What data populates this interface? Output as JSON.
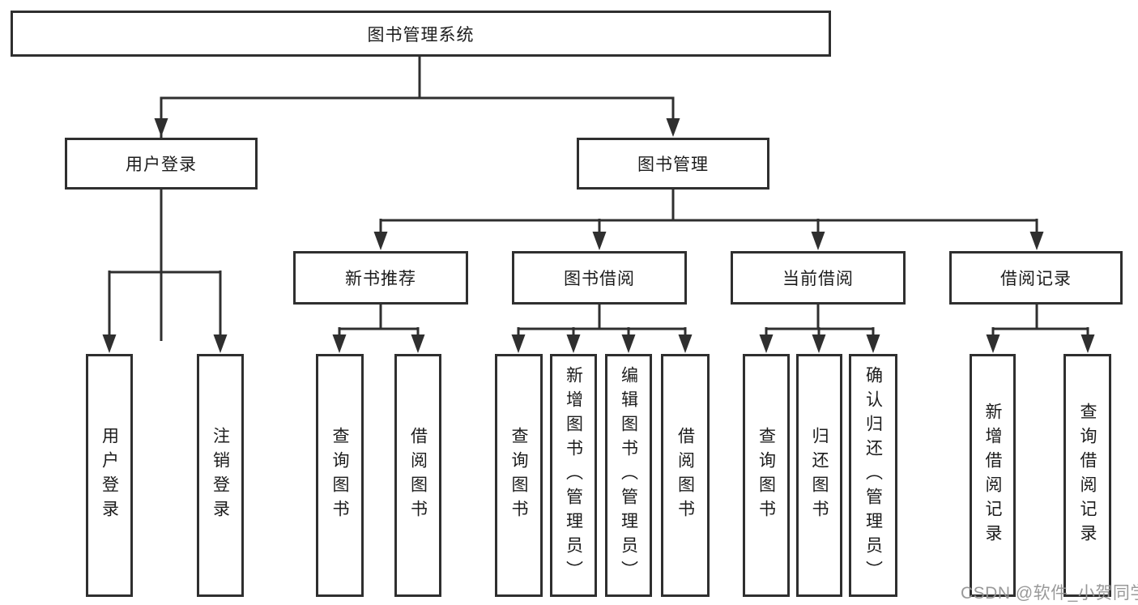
{
  "tree": {
    "label": "图书管理系统",
    "children": [
      {
        "label": "用户登录",
        "children": [
          {
            "label": "用户登录"
          },
          {
            "label": "注销登录"
          }
        ]
      },
      {
        "label": "图书管理",
        "children": [
          {
            "label": "新书推荐",
            "children": [
              {
                "label": "查询图书"
              },
              {
                "label": "借阅图书"
              }
            ]
          },
          {
            "label": "图书借阅",
            "children": [
              {
                "label": "查询图书"
              },
              {
                "label": "新增图书（管理员）"
              },
              {
                "label": "编辑图书（管理员）"
              },
              {
                "label": "借阅图书"
              }
            ]
          },
          {
            "label": "当前借阅",
            "children": [
              {
                "label": "查询图书"
              },
              {
                "label": "归还图书"
              },
              {
                "label": "确认归还（管理员）"
              }
            ]
          },
          {
            "label": "借阅记录",
            "children": [
              {
                "label": "新增借阅记录"
              },
              {
                "label": "查询借阅记录"
              }
            ]
          }
        ]
      }
    ]
  },
  "watermark": "CSDN @软件_小贺同学",
  "colors": {
    "line": "#2f2f2f",
    "text": "#1c1c1c",
    "background": "#ffffff",
    "watermark": "#949494"
  }
}
